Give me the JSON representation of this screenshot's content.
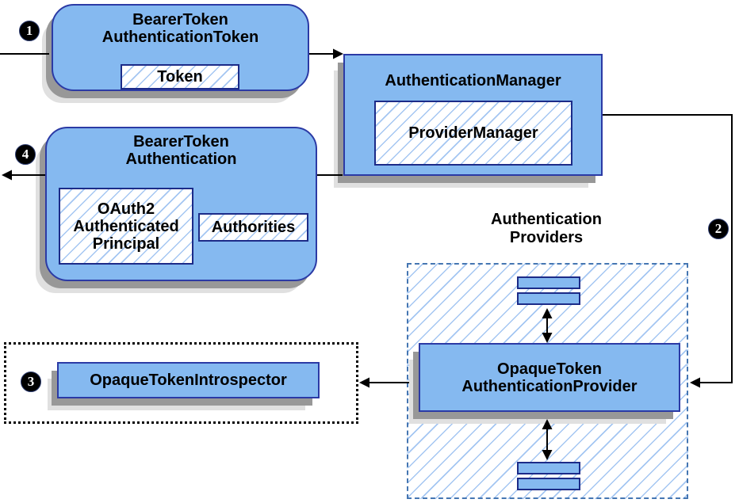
{
  "colors": {
    "node_fill": "#85b9f0",
    "node_border": "#2b3aa5",
    "inner_border": "#1c2b88",
    "hatch_line": "#a4c6f2",
    "group_dash_border": "#4576b2",
    "connector": "#000000",
    "shadow_dark": "#989898",
    "shadow_light": "#e0e0e0"
  },
  "steps": {
    "s1": "1",
    "s2": "2",
    "s3": "3",
    "s4": "4"
  },
  "nodes": {
    "bearer_token_authentication_token": {
      "line1": "BearerToken",
      "line2": "AuthenticationToken",
      "token": "Token"
    },
    "authentication_manager": {
      "title": "AuthenticationManager",
      "provider_manager": "ProviderManager"
    },
    "bearer_token_authentication": {
      "line1": "BearerToken",
      "line2": "Authentication",
      "principal_line1": "OAuth2",
      "principal_line2": "Authenticated",
      "principal_line3": "Principal",
      "authorities": "Authorities"
    },
    "authentication_providers": {
      "label_line1": "Authentication",
      "label_line2": "Providers"
    },
    "opaque_token_authentication_provider": {
      "line1": "OpaqueToken",
      "line2": "AuthenticationProvider"
    },
    "opaque_token_introspector": {
      "title": "OpaqueTokenIntrospector"
    }
  }
}
